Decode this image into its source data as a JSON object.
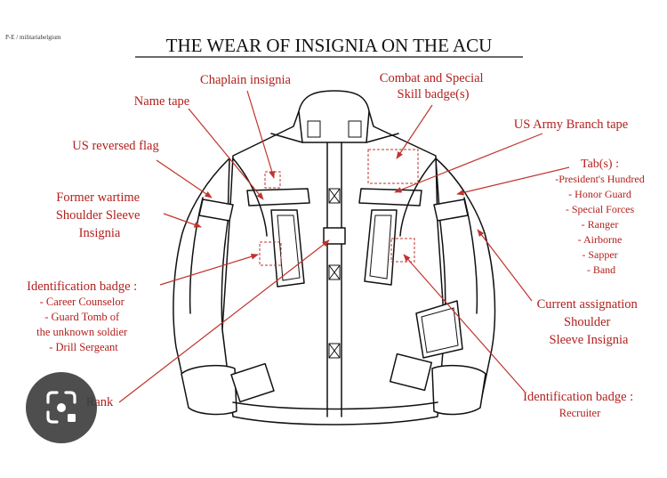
{
  "credit": "P-E / militariabelgium",
  "title": "THE WEAR OF INSIGNIA ON THE ACU",
  "colors": {
    "label": "#b2201d",
    "title": "#111111",
    "line": "#111111"
  },
  "labels": {
    "chaplain": [
      "Chaplain insignia"
    ],
    "combat": [
      "Combat and Special",
      "Skill badge(s)"
    ],
    "name_tape": [
      "Name tape"
    ],
    "branch_tape": [
      "US Army Branch tape"
    ],
    "flag": [
      "US reversed flag"
    ],
    "tabs": [
      "Tab(s) :",
      "-President's Hundred",
      "- Honor Guard",
      "- Special Forces",
      "- Ranger",
      "- Airborne",
      "- Sapper",
      "- Band"
    ],
    "former": [
      "Former wartime",
      "Shoulder Sleeve",
      "Insignia"
    ],
    "id_badge_left_title": "Identification badge :",
    "id_badge_left_items": [
      "- Career Counselor",
      "- Guard Tomb of",
      "the unknown soldier",
      "- Drill Sergeant"
    ],
    "current": [
      "Current assignation",
      "Shoulder",
      "Sleeve Insignia"
    ],
    "rank": [
      "Rank"
    ],
    "id_badge_right_title": "Identification badge :",
    "id_badge_right_items": [
      "Recruiter"
    ]
  },
  "overlay": {
    "icon": "lens-icon"
  }
}
